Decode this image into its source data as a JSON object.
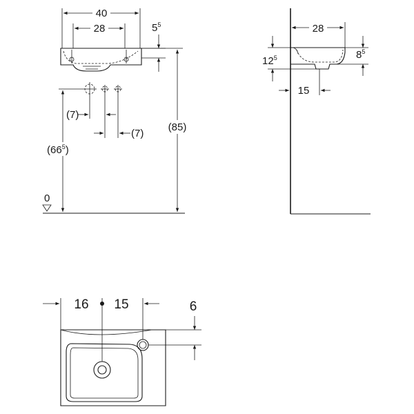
{
  "front_view": {
    "width_overall": "40",
    "tap_spacing": "28",
    "rim_depth": "5",
    "rim_depth_sup": "5",
    "height_total": "(85)",
    "outlet_height": "(66",
    "outlet_height_sup": "5",
    "outlet_height_close": ")",
    "offset_left": "(7)",
    "offset_right": "(7)",
    "floor_level": "0"
  },
  "side_view": {
    "depth_bowl": "28",
    "height_overall": "12",
    "height_overall_sup": "5",
    "height_bowl": "8",
    "height_bowl_sup": "5",
    "wall_distance": "15"
  },
  "plan_view": {
    "left_offset": "16",
    "right_offset": "15",
    "tap_depth": "6"
  }
}
